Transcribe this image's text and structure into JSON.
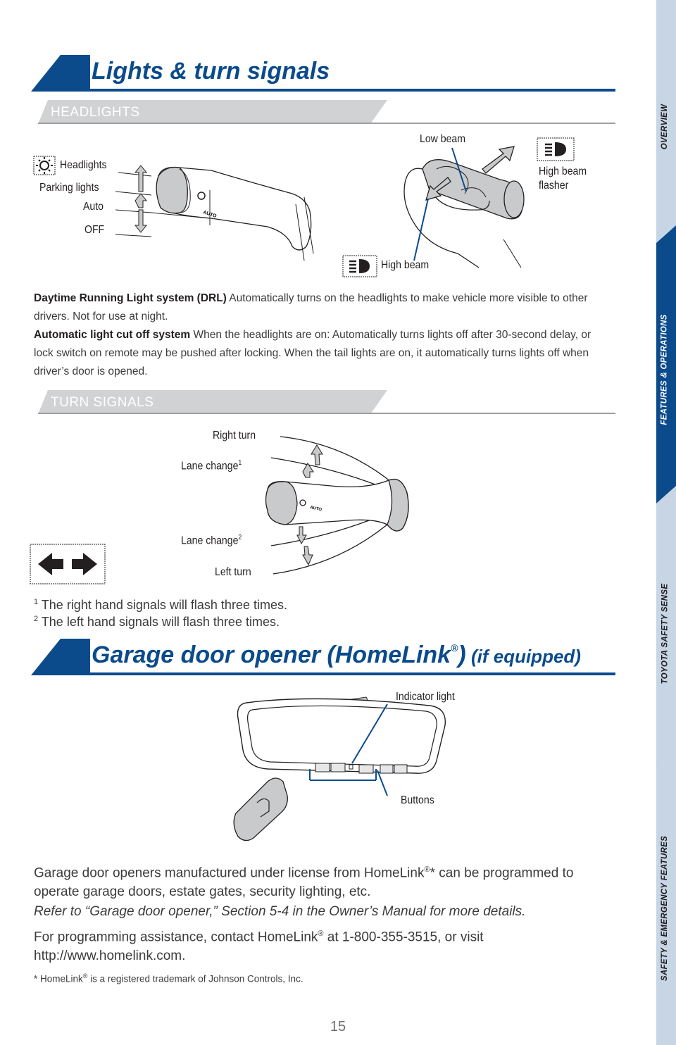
{
  "title": "Lights & turn signals",
  "headlights": {
    "subhead": "HEADLIGHTS",
    "labels": {
      "headlights": "Headlights",
      "parking": "Parking lights",
      "auto": "Auto",
      "off": "OFF",
      "low_beam": "Low beam",
      "high_beam_flasher_1": "High beam",
      "high_beam_flasher_2": "flasher",
      "high_beam": "High beam"
    },
    "drl_bold": "Daytime Running Light system (DRL)",
    "drl_text": " Automatically turns on the headlights to make vehicle more visible to other drivers. Not for use at night.",
    "cutoff_bold": "Automatic light cut off system",
    "cutoff_text": " When the headlights are on: Automatically turns lights off after 30-second delay, or lock switch on remote may be pushed after locking. When the tail lights are on, it automatically turns lights off when driver’s door is opened."
  },
  "turn_signals": {
    "subhead": "TURN SIGNALS",
    "labels": {
      "right_turn": "Right turn",
      "lane_change": "Lane change",
      "left_turn": "Left turn",
      "sup1": "1",
      "sup2": "2"
    },
    "footnote1": " The right hand signals will flash three times.",
    "footnote2": " The left hand signals will flash three times."
  },
  "garage": {
    "title_main": "Garage door opener (HomeLink",
    "reg": "®",
    "title_close": ")",
    "title_equipped": " (if equipped)",
    "labels": {
      "indicator": "Indicator light",
      "buttons": "Buttons"
    },
    "para1_a": "Garage door openers manufactured under license from HomeLink",
    "para1_b": "* can be programmed to operate garage doors, estate gates, security lighting, etc.",
    "para2": "Refer to “Garage door opener,” Section 5-4 in the Owner’s Manual for more details.",
    "para3_a": "For programming assistance, contact HomeLink",
    "para3_b": " at 1-800-355-3515, or visit http://www.homelink.com.",
    "note_a": "* HomeLink",
    "note_b": " is a registered trademark of Johnson Controls, Inc."
  },
  "sidetabs": [
    "OVERVIEW",
    "FEATURES & OPERATIONS",
    "TOYOTA SAFETY SENSE",
    "SAFETY & EMERGENCY FEATURES"
  ],
  "page_number": "15",
  "colors": {
    "brand_blue": "#0b4b8b",
    "tab_light": "#c7d5e5",
    "subhead_gray": "#d0d2d3"
  }
}
